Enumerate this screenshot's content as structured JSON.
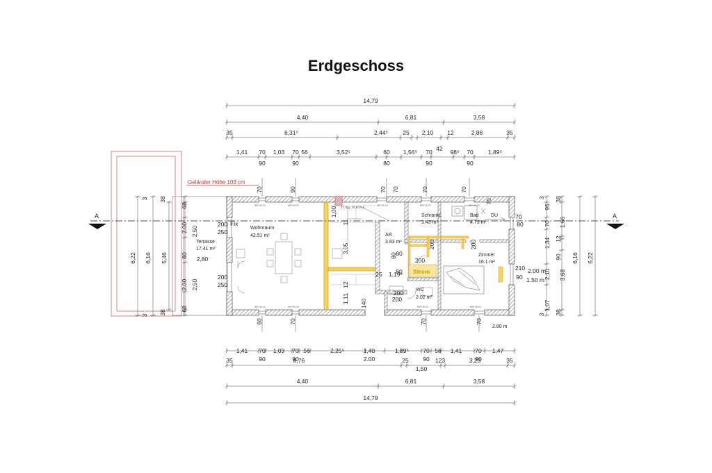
{
  "title": "Erdgeschoss",
  "railing_note": "Geländer Höhe 103 cm",
  "rooms": {
    "wohnraum": {
      "name": "Wohnraum",
      "area": "42.51 m²"
    },
    "terrasse": {
      "name": "Terrasse",
      "area": "17,41 m²"
    },
    "ar": {
      "name": "AR",
      "area": "3.83 m²"
    },
    "schrankr": {
      "name": "Schrankr.",
      "area": "3.43 m²"
    },
    "bad": {
      "name": "Bad",
      "area": "4.75 m²"
    },
    "du": {
      "name": "DU"
    },
    "zimmer": {
      "name": "Zimmer",
      "area": "16.1 m²"
    },
    "wc": {
      "name": "WC",
      "area": "2.02 m²"
    },
    "strom": {
      "name": "Strom"
    }
  },
  "stair_note": "17 Stg. 16,5/26,5",
  "fix_label": "Fix",
  "height_note": "2.80 m",
  "sill_note": "BRH 90.00",
  "dims": {
    "top_total": "14,79",
    "top_r2": [
      "4,40",
      "6,81",
      "3,58"
    ],
    "top_r3": [
      "35",
      "6,31⁵",
      "2,44⁵",
      "25",
      "2,10",
      "12",
      "2,86",
      "35"
    ],
    "top_r3_extra": "42",
    "top_r4": [
      "1,41",
      "70",
      "1,03",
      "70",
      "56",
      "3,52⁵",
      "60",
      "1,56⁵",
      "70",
      "98⁵",
      "70",
      "1,89⁵"
    ],
    "top_r4_below": [
      "90",
      "90",
      "80",
      "90",
      "90"
    ],
    "bot_r1": [
      "1,41",
      "70",
      "1,03",
      "70",
      "56",
      "2,25⁵",
      "1,40",
      "1,89⁵",
      "70",
      "56",
      "1,41",
      "70",
      "1,47"
    ],
    "bot_r1_below": [
      "90",
      "90",
      "2.00",
      "90",
      "90"
    ],
    "bot_r2": [
      "35",
      "8,76",
      "25",
      "1,50",
      "123",
      "3,23",
      "35"
    ],
    "bot_r3": [
      "4,40",
      "6,81",
      "3,58"
    ],
    "bot_total": "14,79",
    "left_outer": "6,22",
    "left_mid": "6,16",
    "left_inner": "5,46",
    "left_col": [
      "3",
      "38",
      "68",
      "2.00",
      "80",
      "2.00",
      "68",
      "38",
      "3"
    ],
    "left_col_b": [
      "2,50",
      "2,80",
      "2,50"
    ],
    "right_col_a": [
      "3",
      "95",
      "70",
      "1,34",
      "2,10",
      "1,07",
      "3"
    ],
    "right_col_b": [
      "38",
      "1,66",
      "12",
      "90",
      "3,68",
      "38"
    ],
    "right_mid": "6,16",
    "right_outer": "6,22",
    "opening_labels": [
      "200",
      "250",
      "200",
      "250"
    ],
    "interior": [
      "1,00",
      "11",
      "3,05",
      "1,11",
      "12",
      "25",
      "1,19⁵",
      "80",
      "200",
      "80",
      "200",
      "200",
      "200",
      "80",
      "200",
      "140",
      "210",
      "2.00 m",
      "90",
      "1.50 m",
      "70",
      "90",
      "70",
      "70",
      "70",
      "80",
      "60",
      "70",
      "70",
      "70",
      "70",
      "70",
      "70"
    ]
  }
}
